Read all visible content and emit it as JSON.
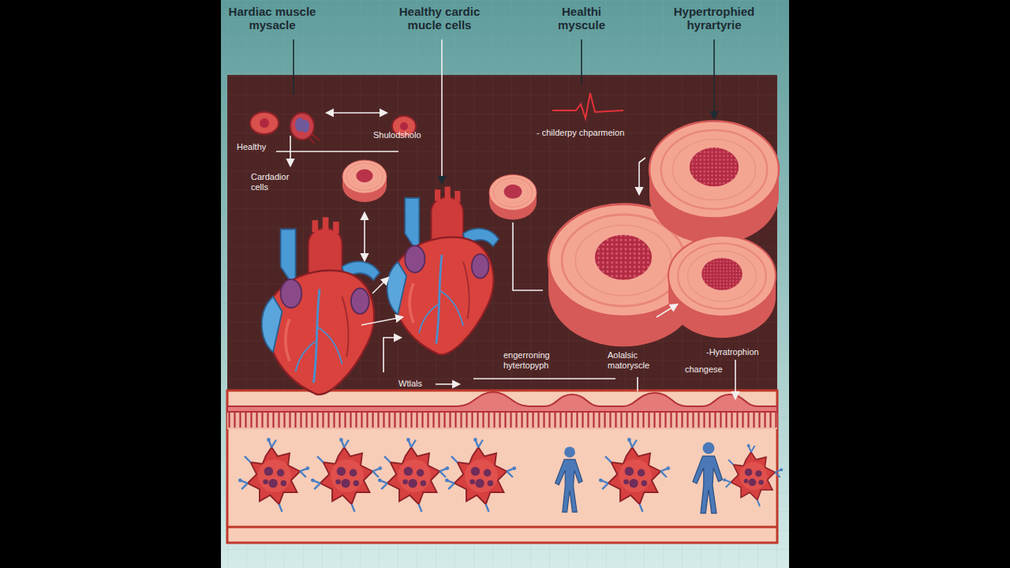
{
  "diagram": {
    "labels": [
      "Hardiac muscle mysacle",
      "Healthy cardic mucle cells",
      "Healthi myscule",
      "Hypertrophied hyrartyrie",
      "Healthy",
      "Shulodsholo",
      "Cardadior cells",
      "- childerpy chparmeion",
      "engerroning hytertopyph",
      "Aolalsic matoryscle",
      "-Hyratrophion",
      "changese",
      "Wtlals"
    ]
  }
}
